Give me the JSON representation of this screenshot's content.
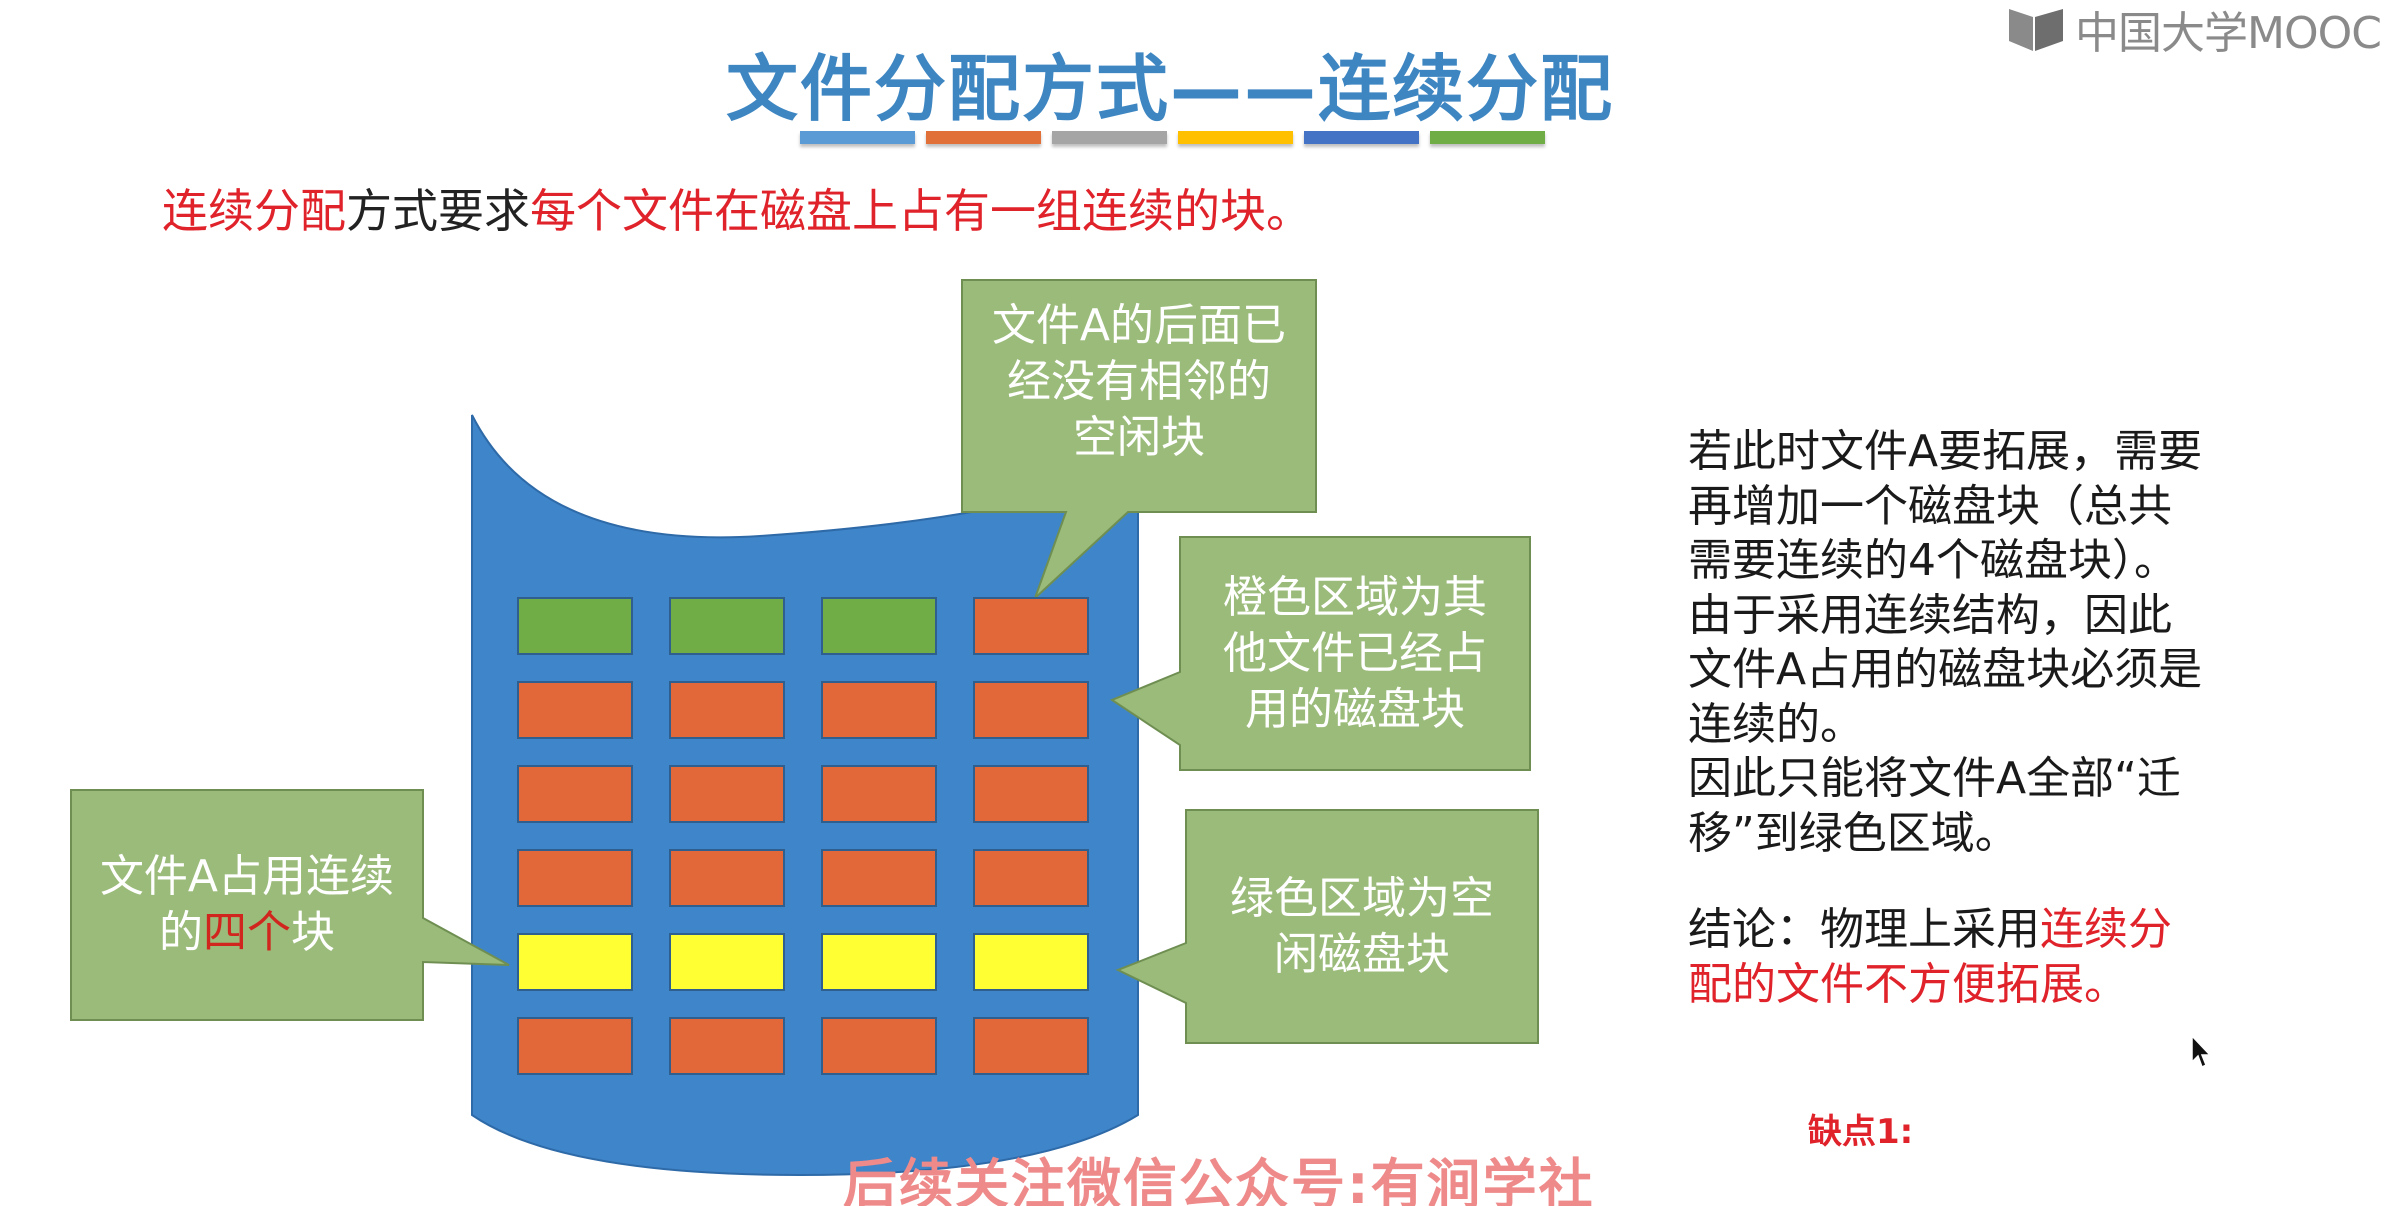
{
  "logo": {
    "text": "中国大学MOOC",
    "icon": "mooc-logo-icon"
  },
  "title": "文件分配方式——连续分配",
  "color_strip": [
    "#5b9bd5",
    "#e07038",
    "#a5a5a5",
    "#ffc000",
    "#4472c4",
    "#70ad47"
  ],
  "intro": {
    "part1": "连续分配",
    "part2": "方式要求",
    "part3": "每个文件在磁盘上占有一组连续的块。"
  },
  "disk": {
    "rows": [
      [
        "green",
        "green",
        "green",
        "orange"
      ],
      [
        "orange",
        "orange",
        "orange",
        "orange"
      ],
      [
        "orange",
        "orange",
        "orange",
        "orange"
      ],
      [
        "orange",
        "orange",
        "orange",
        "orange"
      ],
      [
        "yellow",
        "yellow",
        "yellow",
        "yellow"
      ],
      [
        "orange",
        "orange",
        "orange",
        "orange"
      ]
    ],
    "colors": {
      "green": "#70ad47",
      "orange": "#e2683a",
      "yellow": "#ffff33",
      "disk": "#3f85c9",
      "callout": "#9bbb7a"
    }
  },
  "callouts": {
    "top": "文件A的后面已\n经没有相邻的\n空闲块",
    "orange": "橙色区域为其\n他文件已经占\n用的磁盘块",
    "green": "绿色区域为空\n闲磁盘块",
    "left_line1": "文件A占用连续",
    "left_line2_a": "的",
    "left_line2_b": "四个",
    "left_line2_c": "块"
  },
  "right_text": {
    "para1": "若此时文件A要拓展，需要\n再增加一个磁盘块（总共\n需要连续的4个磁盘块）。\n由于采用连续结构，因此\n文件A占用的磁盘块必须是\n连续的。\n因此只能将文件A全部“迁\n移”到绿色区域。",
    "conclusion_prefix": "结论：物理上采用",
    "conclusion_red": "连续分\n配的文件不方便拓展。"
  },
  "drawback": "缺点1:",
  "watermark": "后续关注微信公众号:有涧学社"
}
